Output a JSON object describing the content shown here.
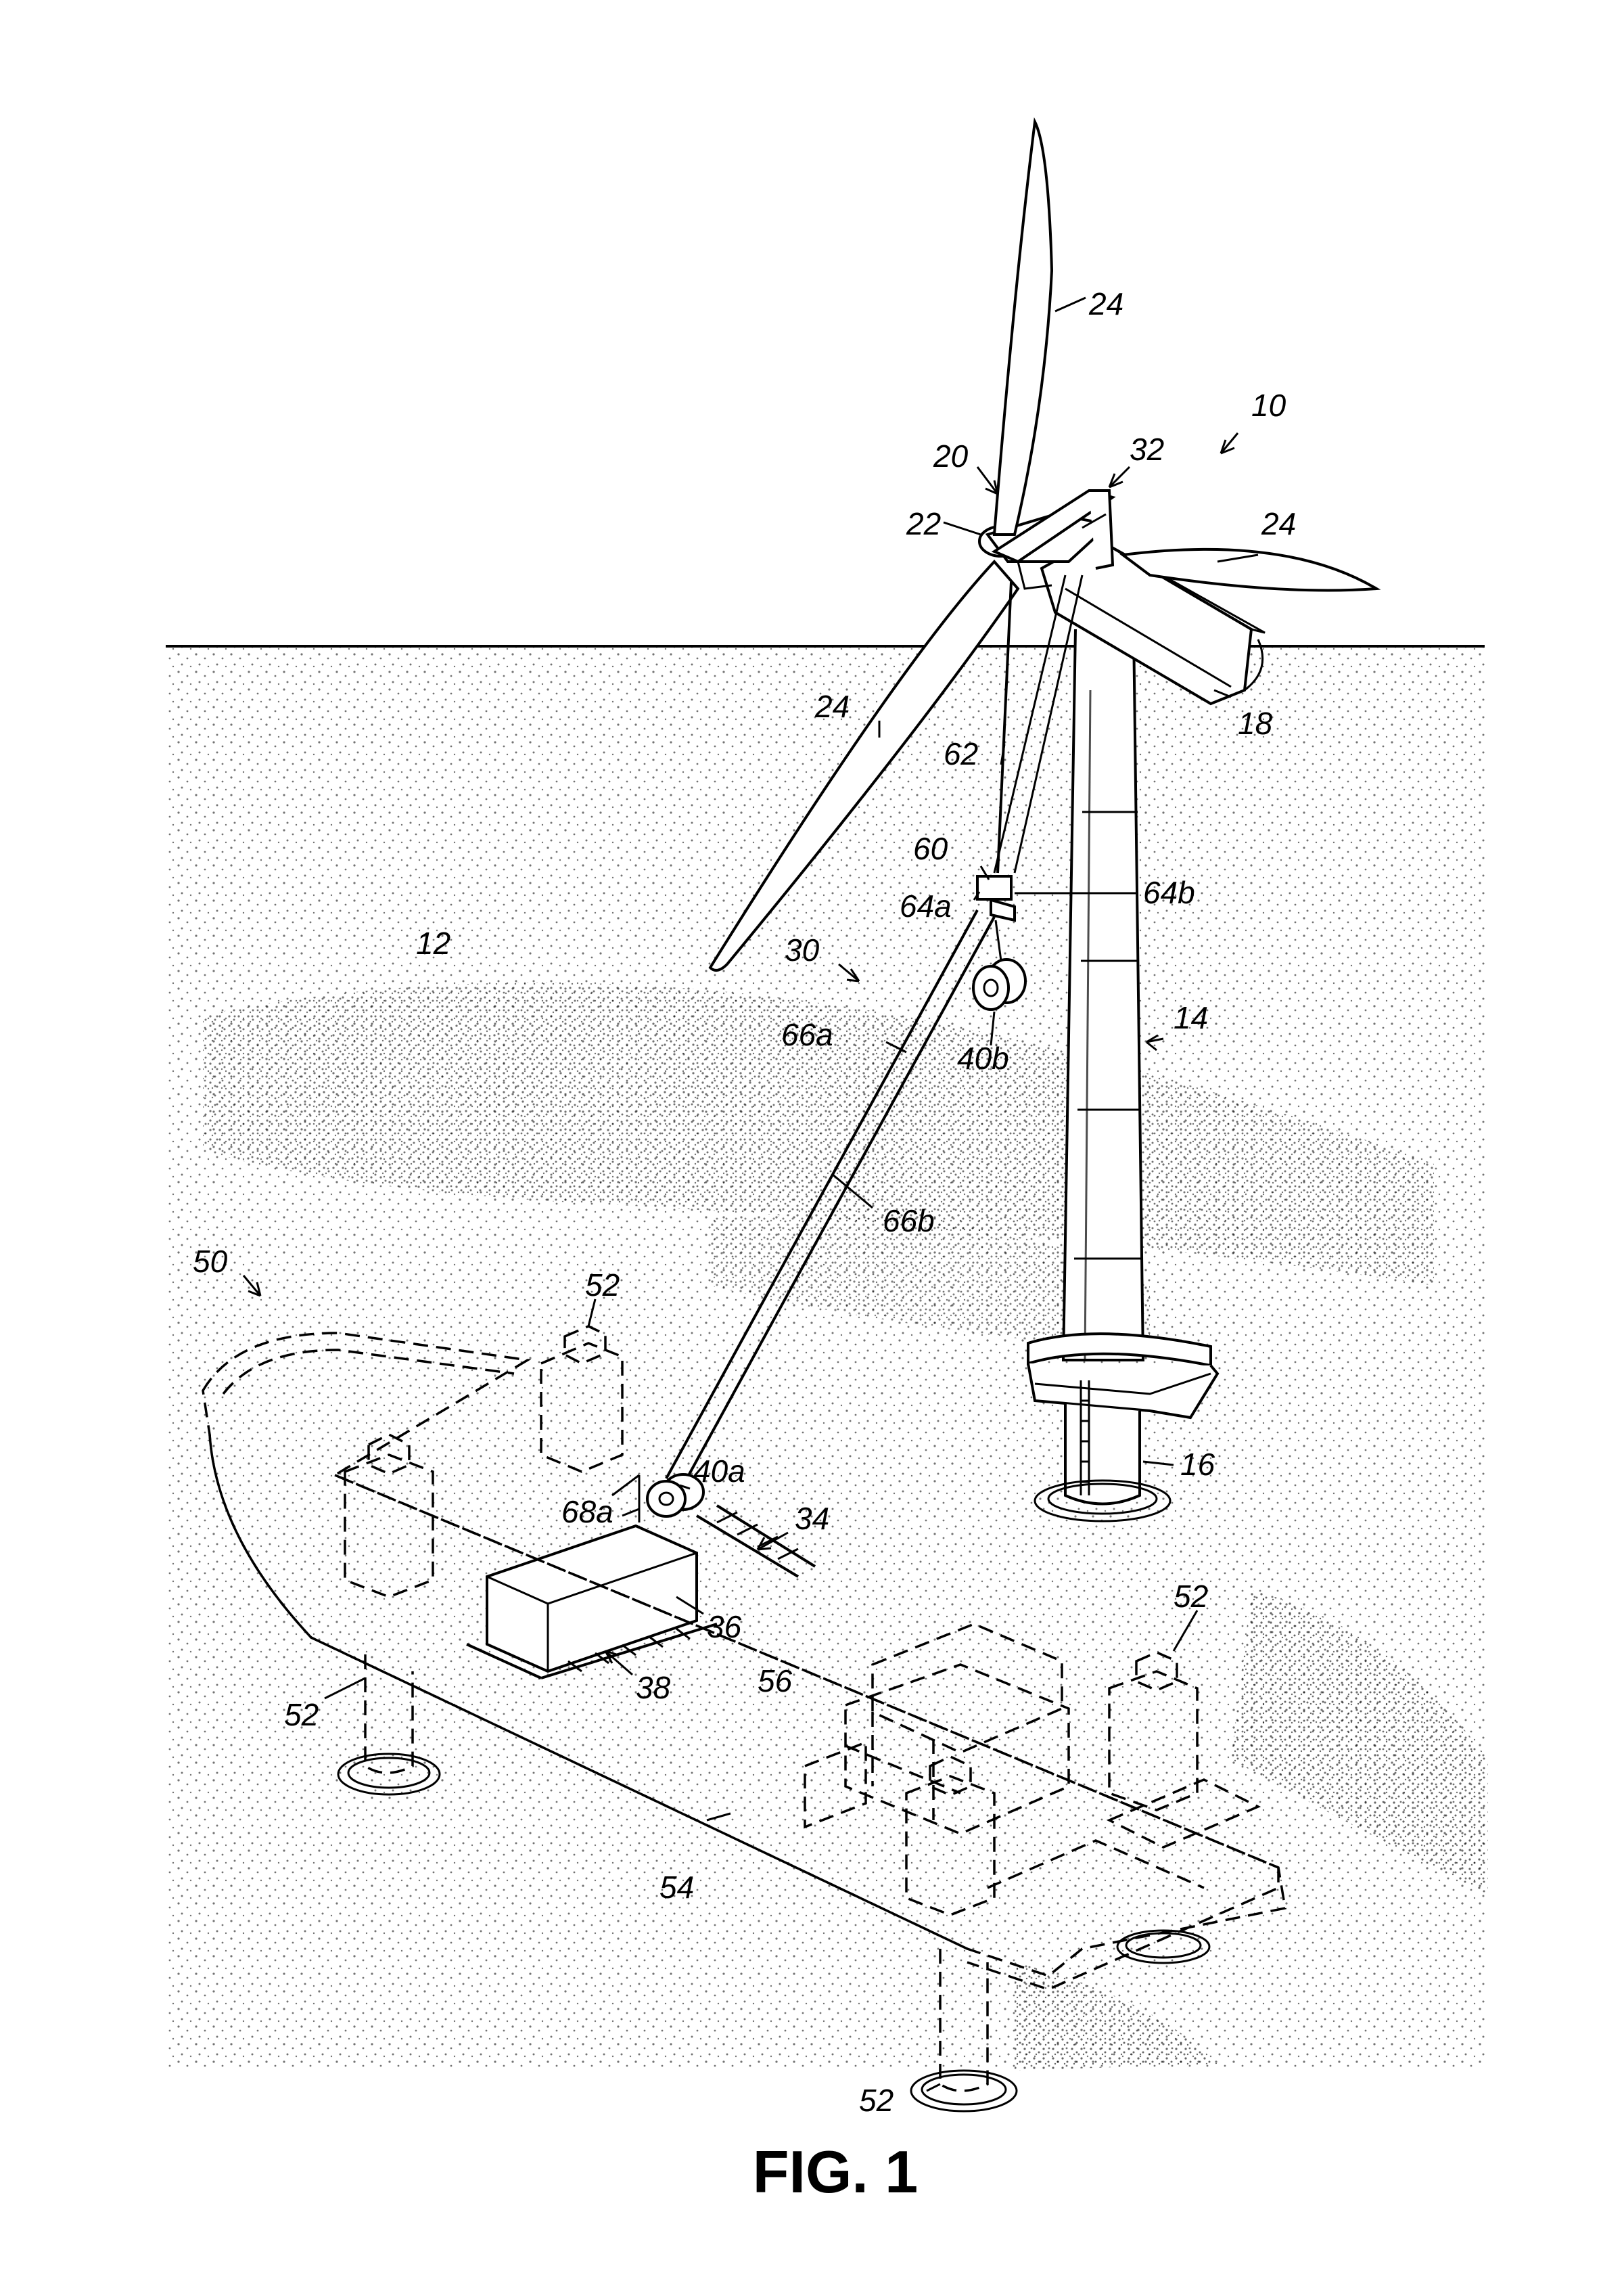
{
  "figure": {
    "caption": "FIG. 1",
    "reference_numerals": {
      "r10": "10",
      "r12": "12",
      "r14": "14",
      "r16": "16",
      "r18": "18",
      "r20": "20",
      "r22": "22",
      "r24_top": "24",
      "r24_right": "24",
      "r24_left": "24",
      "r30": "30",
      "r32": "32",
      "r34": "34",
      "r36": "36",
      "r38": "38",
      "r40a": "40a",
      "r40b": "40b",
      "r50": "50",
      "r52_a": "52",
      "r52_b": "52",
      "r52_c": "52",
      "r52_d": "52",
      "r54": "54",
      "r56": "56",
      "r60": "60",
      "r62": "62",
      "r64a": "64a",
      "r64b": "64b",
      "r66a": "66a",
      "r66b": "66b",
      "r68a": "68a"
    }
  }
}
